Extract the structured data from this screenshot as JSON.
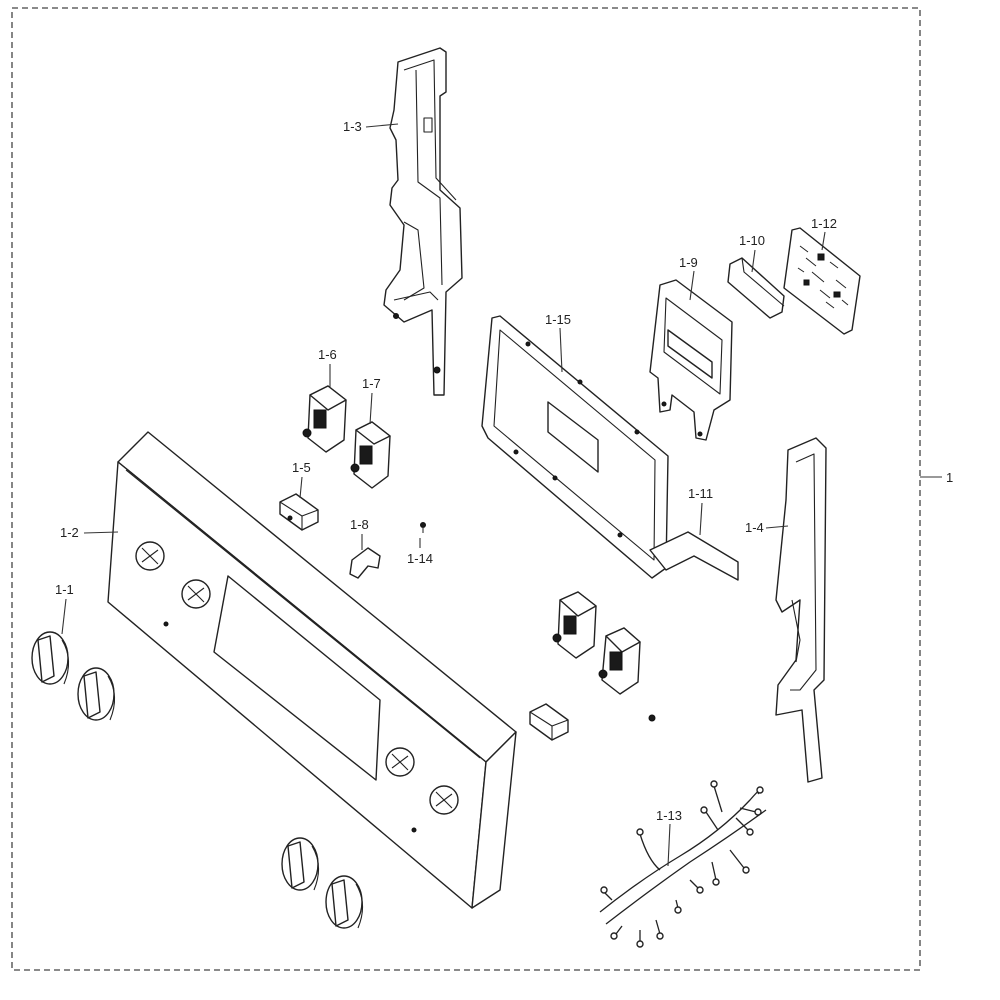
{
  "diagram": {
    "colors": {
      "line": "#222222",
      "background": "#ffffff",
      "frame": "#444444"
    },
    "assembly_label": "1",
    "parts": [
      {
        "id": "knob-1-1",
        "label": "1-1"
      },
      {
        "id": "control-panel",
        "label": "1-2"
      },
      {
        "id": "left-bracket",
        "label": "1-3"
      },
      {
        "id": "right-bracket",
        "label": "1-4"
      },
      {
        "id": "switch-block",
        "label": "1-5"
      },
      {
        "id": "switch-1-6",
        "label": "1-6"
      },
      {
        "id": "switch-1-7",
        "label": "1-7"
      },
      {
        "id": "clip",
        "label": "1-8"
      },
      {
        "id": "ribbon-cable",
        "label": "1-9"
      },
      {
        "id": "pcb-holder",
        "label": "1-10"
      },
      {
        "id": "pcb-cover",
        "label": "1-11"
      },
      {
        "id": "pcb",
        "label": "1-12"
      },
      {
        "id": "wire-harness",
        "label": "1-13"
      },
      {
        "id": "screw",
        "label": "1-14"
      },
      {
        "id": "display-gasket",
        "label": "1-15"
      }
    ]
  }
}
